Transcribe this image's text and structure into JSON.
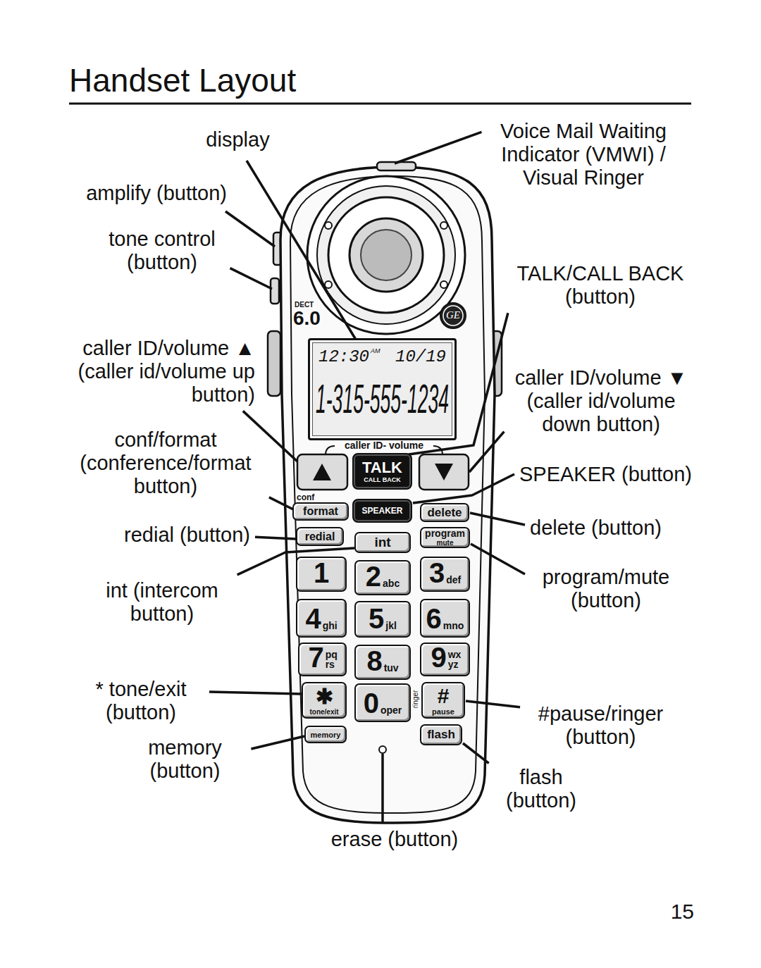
{
  "diagram": {
    "title": "Handset Layout",
    "nodes": [
      {
        "text": [
          "12:30",
          "AM",
          "10/19",
          "1-315-555-1234"
        ]
      },
      {
        "text": [
          "TALK",
          "CALL BACK"
        ]
      },
      {
        "text": [
          "conf",
          "format"
        ]
      },
      {
        "text": [
          "SPEAKER"
        ]
      },
      {
        "text": [
          "delete"
        ]
      },
      {
        "text": [
          "redial"
        ]
      },
      {
        "text": [
          "int"
        ]
      },
      {
        "text": [
          "program",
          "mute"
        ]
      },
      {
        "text": [
          "1"
        ]
      },
      {
        "text": [
          "2",
          "abc"
        ]
      },
      {
        "text": [
          "3",
          "def"
        ]
      },
      {
        "text": [
          "4",
          "ghi"
        ]
      },
      {
        "text": [
          "5",
          "jkl"
        ]
      },
      {
        "text": [
          "6",
          "mno"
        ]
      },
      {
        "text": [
          "7",
          "pq rs"
        ]
      },
      {
        "text": [
          "8",
          "tuv"
        ]
      },
      {
        "text": [
          "9",
          "wx yz"
        ]
      },
      {
        "text": [
          "✱",
          "tone/exit"
        ]
      },
      {
        "text": [
          "0",
          "oper"
        ]
      },
      {
        "text": [
          "#",
          "pause"
        ]
      },
      {
        "text": [
          "memory"
        ]
      },
      {
        "text": [
          "flash"
        ]
      }
    ],
    "labels": [
      "display",
      "amplify (button)",
      "tone control (button)",
      "caller ID/volume ▲ (caller id/volume up button)",
      "conf/format (conference/format button)",
      "redial (button)",
      "int (intercom button)",
      "* tone/exit (button)",
      "memory (button)",
      "Voice Mail Waiting Indicator (VMWI) / Visual Ringer",
      "TALK/CALL BACK (button)",
      "caller ID/volume ▼ (caller id/volume down button)",
      "SPEAKER (button)",
      "delete (button)",
      "program/mute (button)",
      "#pause/ringer (button)",
      "flash (button)",
      "erase (button)",
      "DECT",
      "6.0",
      "GE",
      "caller ID- volume",
      "ringer",
      "15"
    ]
  }
}
